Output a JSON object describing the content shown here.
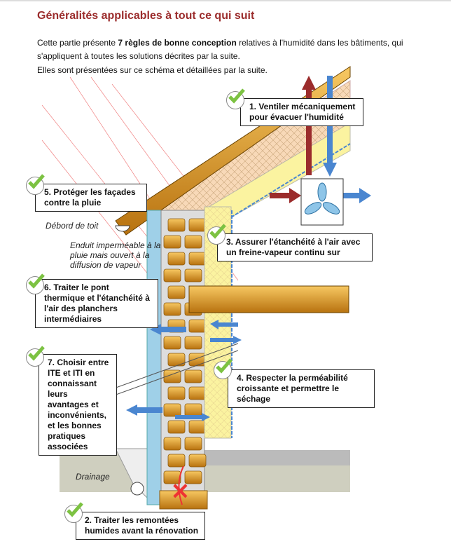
{
  "title": "Généralités applicables à tout ce qui suit",
  "intro": {
    "before_bold": "Cette partie présente ",
    "bold": "7 règles de bonne conception",
    "after_bold": " relatives à l'humidité dans les bâtiments, qui s'appliquent à toutes les solutions décrites par la suite.",
    "line2": "Elles sont présentées sur ce schéma et détaillées par la suite."
  },
  "rules": {
    "r1": "1. Ventiler mécaniquement pour évacuer l'humidité",
    "r2": "2. Traiter les remontées humides avant la rénovation",
    "r3": "3. Assurer l'étanchéité à l'air avec un freine-vapeur continu sur",
    "r4": "4. Respecter la perméabilité croissante et permettre le séchage",
    "r5": "5. Protéger les façades contre la pluie",
    "r6": "6. Traiter le pont thermique et l'étanchéité à l'air des planchers intermédiaires",
    "r7": "7. Choisir entre ITE et ITI en connaissant leurs avantages et inconvénients, et les bonnes pratiques associées"
  },
  "notes": {
    "debord": "Débord de toit",
    "enduit": "Enduit imperméable à la pluie mais ouvert à la diffusion de vapeur",
    "drainage": "Drainage"
  },
  "colors": {
    "title": "#9b2c2c",
    "check": "#7cc242",
    "brick": "#f2b04a",
    "insulation": "#fbf3a0",
    "air_in": "#9b2c2c",
    "air_out": "#4a86d0"
  }
}
